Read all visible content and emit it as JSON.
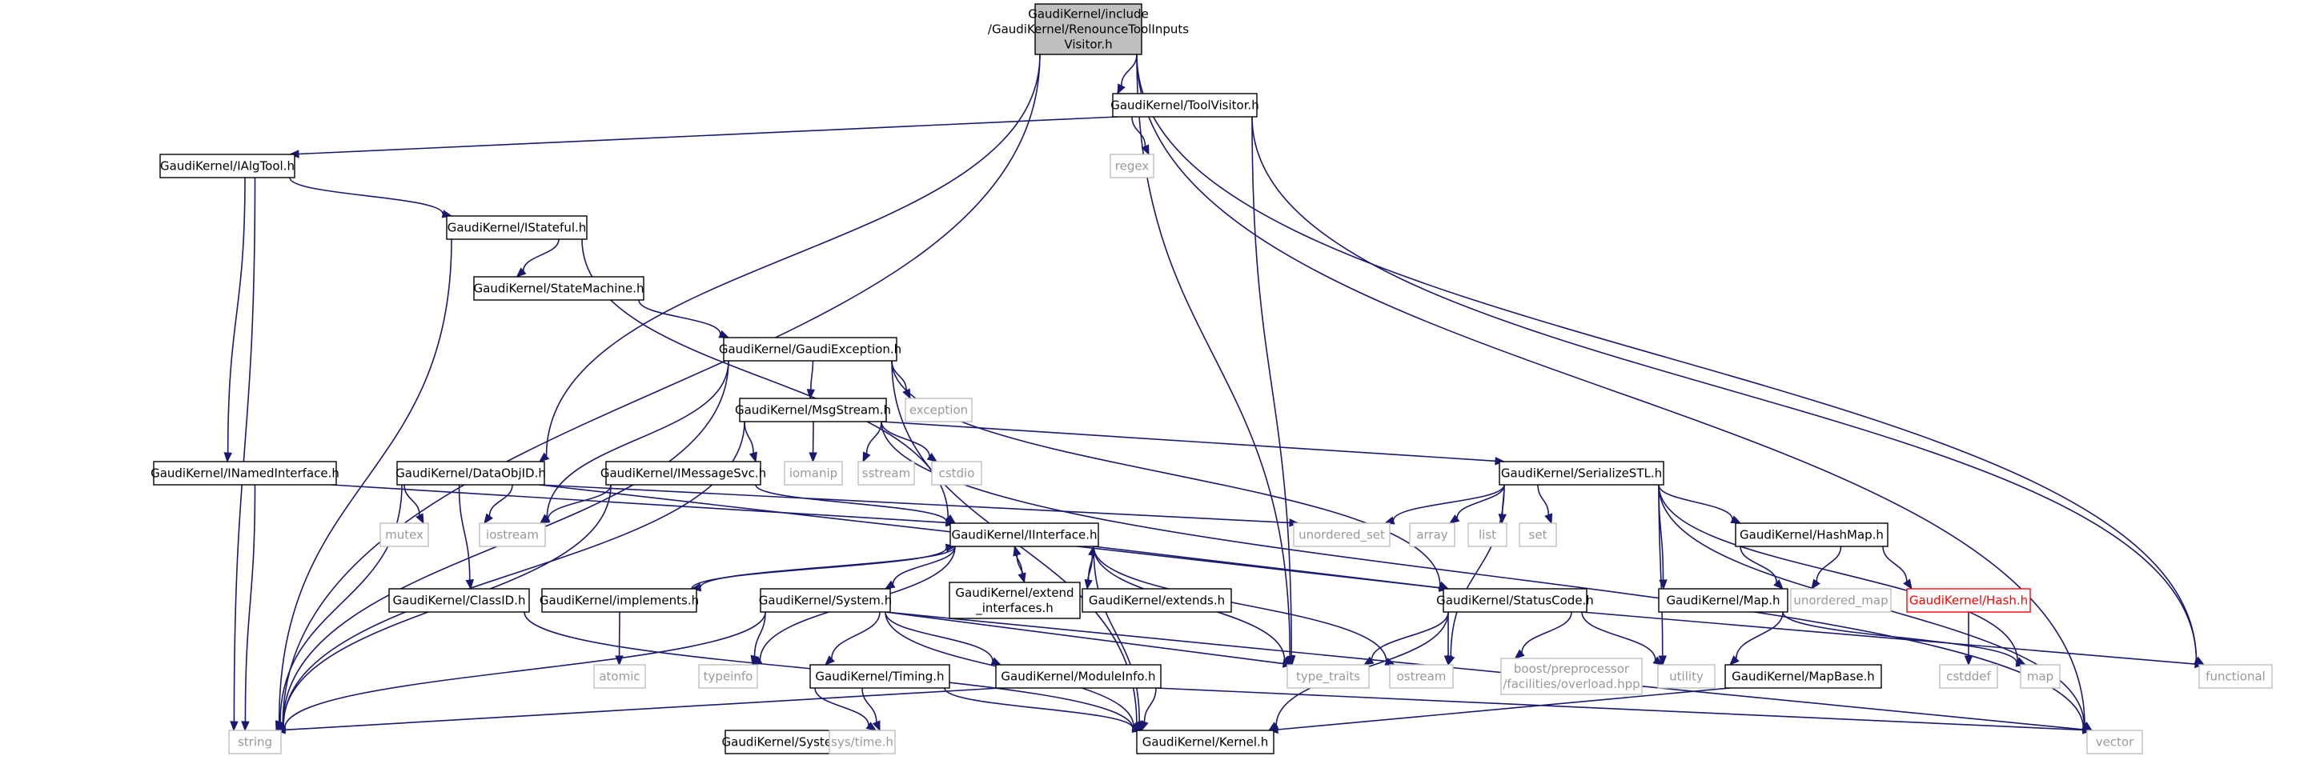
{
  "colors": {
    "edge": "#191970",
    "root_fill": "#bfbfbf",
    "node_border": "#000000",
    "external_border": "#bfbfbf",
    "external_text": "#999999",
    "missing_border": "#ff0000"
  },
  "nodes": [
    {
      "id": "root",
      "kind": "root",
      "lines": [
        "GaudiKernel/include",
        "/GaudiKernel/RenounceToolInputs",
        "Visitor.h"
      ]
    },
    {
      "id": "toolvisitor",
      "kind": "internal",
      "lines": [
        "GaudiKernel/ToolVisitor.h"
      ]
    },
    {
      "id": "ialgtool",
      "kind": "internal",
      "lines": [
        "GaudiKernel/IAlgTool.h"
      ]
    },
    {
      "id": "istateful",
      "kind": "internal",
      "lines": [
        "GaudiKernel/IStateful.h"
      ]
    },
    {
      "id": "statemachine",
      "kind": "internal",
      "lines": [
        "GaudiKernel/StateMachine.h"
      ]
    },
    {
      "id": "gaudiexception",
      "kind": "internal",
      "lines": [
        "GaudiKernel/GaudiException.h"
      ]
    },
    {
      "id": "msgstream",
      "kind": "internal",
      "lines": [
        "GaudiKernel/MsgStream.h"
      ]
    },
    {
      "id": "inamedinterface",
      "kind": "internal",
      "lines": [
        "GaudiKernel/INamedInterface.h"
      ]
    },
    {
      "id": "dataobjid",
      "kind": "internal",
      "lines": [
        "GaudiKernel/DataObjID.h"
      ]
    },
    {
      "id": "imessagesvc",
      "kind": "internal",
      "lines": [
        "GaudiKernel/IMessageSvc.h"
      ]
    },
    {
      "id": "serializestl",
      "kind": "internal",
      "lines": [
        "GaudiKernel/SerializeSTL.h"
      ]
    },
    {
      "id": "iinterface",
      "kind": "internal",
      "lines": [
        "GaudiKernel/IInterface.h"
      ]
    },
    {
      "id": "implements",
      "kind": "internal",
      "lines": [
        "GaudiKernel/implements.h"
      ]
    },
    {
      "id": "system",
      "kind": "internal",
      "lines": [
        "GaudiKernel/System.h"
      ]
    },
    {
      "id": "extend",
      "kind": "internal",
      "lines": [
        "GaudiKernel/extend",
        "_interfaces.h"
      ]
    },
    {
      "id": "extends",
      "kind": "internal",
      "lines": [
        "GaudiKernel/extends.h"
      ]
    },
    {
      "id": "statuscode",
      "kind": "internal",
      "lines": [
        "GaudiKernel/StatusCode.h"
      ]
    },
    {
      "id": "hashmap",
      "kind": "internal",
      "lines": [
        "GaudiKernel/HashMap.h"
      ]
    },
    {
      "id": "map_h",
      "kind": "internal",
      "lines": [
        "GaudiKernel/Map.h"
      ]
    },
    {
      "id": "hash_h",
      "kind": "missing",
      "lines": [
        "GaudiKernel/Hash.h"
      ]
    },
    {
      "id": "classid",
      "kind": "internal",
      "lines": [
        "GaudiKernel/ClassID.h"
      ]
    },
    {
      "id": "timing",
      "kind": "internal",
      "lines": [
        "GaudiKernel/Timing.h"
      ]
    },
    {
      "id": "moduleinfo",
      "kind": "internal",
      "lines": [
        "GaudiKernel/ModuleInfo.h"
      ]
    },
    {
      "id": "mapbase",
      "kind": "internal",
      "lines": [
        "GaudiKernel/MapBase.h"
      ]
    },
    {
      "id": "systembase",
      "kind": "internal",
      "lines": [
        "GaudiKernel/SystemBase.h"
      ]
    },
    {
      "id": "kernel",
      "kind": "internal",
      "lines": [
        "GaudiKernel/Kernel.h"
      ]
    },
    {
      "id": "regex",
      "kind": "external",
      "lines": [
        "regex"
      ]
    },
    {
      "id": "exception",
      "kind": "external",
      "lines": [
        "exception"
      ]
    },
    {
      "id": "iomanip",
      "kind": "external",
      "lines": [
        "iomanip"
      ]
    },
    {
      "id": "sstream",
      "kind": "external",
      "lines": [
        "sstream"
      ]
    },
    {
      "id": "cstdio",
      "kind": "external",
      "lines": [
        "cstdio"
      ]
    },
    {
      "id": "mutex",
      "kind": "external",
      "lines": [
        "mutex"
      ]
    },
    {
      "id": "iostream",
      "kind": "external",
      "lines": [
        "iostream"
      ]
    },
    {
      "id": "unordered_set",
      "kind": "external",
      "lines": [
        "unordered_set"
      ]
    },
    {
      "id": "array",
      "kind": "external",
      "lines": [
        "array"
      ]
    },
    {
      "id": "list",
      "kind": "external",
      "lines": [
        "list"
      ]
    },
    {
      "id": "set",
      "kind": "external",
      "lines": [
        "set"
      ]
    },
    {
      "id": "unordered_map",
      "kind": "external",
      "lines": [
        "unordered_map"
      ]
    },
    {
      "id": "atomic",
      "kind": "external",
      "lines": [
        "atomic"
      ]
    },
    {
      "id": "typeinfo",
      "kind": "external",
      "lines": [
        "typeinfo"
      ]
    },
    {
      "id": "type_traits",
      "kind": "external",
      "lines": [
        "type_traits"
      ]
    },
    {
      "id": "ostream",
      "kind": "external",
      "lines": [
        "ostream"
      ]
    },
    {
      "id": "boost",
      "kind": "external",
      "lines": [
        "boost/preprocessor",
        "/facilities/overload.hpp"
      ]
    },
    {
      "id": "utility",
      "kind": "external",
      "lines": [
        "utility"
      ]
    },
    {
      "id": "cstddef",
      "kind": "external",
      "lines": [
        "cstddef"
      ]
    },
    {
      "id": "map",
      "kind": "external",
      "lines": [
        "map"
      ]
    },
    {
      "id": "functional",
      "kind": "external",
      "lines": [
        "functional"
      ]
    },
    {
      "id": "vector",
      "kind": "external",
      "lines": [
        "vector"
      ]
    },
    {
      "id": "string",
      "kind": "external",
      "lines": [
        "string"
      ]
    },
    {
      "id": "systime",
      "kind": "external",
      "lines": [
        "sys/time.h"
      ]
    }
  ],
  "edges": [
    [
      "root",
      "toolvisitor"
    ],
    [
      "root",
      "string"
    ],
    [
      "root",
      "dataobjid"
    ],
    [
      "root",
      "functional"
    ],
    [
      "root",
      "vector"
    ],
    [
      "root",
      "type_traits"
    ],
    [
      "toolvisitor",
      "ialgtool"
    ],
    [
      "toolvisitor",
      "regex"
    ],
    [
      "toolvisitor",
      "functional"
    ],
    [
      "toolvisitor",
      "type_traits"
    ],
    [
      "ialgtool",
      "istateful"
    ],
    [
      "ialgtool",
      "inamedinterface"
    ],
    [
      "ialgtool",
      "string"
    ],
    [
      "istateful",
      "statemachine"
    ],
    [
      "istateful",
      "iinterface"
    ],
    [
      "istateful",
      "string"
    ],
    [
      "statemachine",
      "gaudiexception"
    ],
    [
      "gaudiexception",
      "msgstream"
    ],
    [
      "gaudiexception",
      "exception"
    ],
    [
      "gaudiexception",
      "statuscode"
    ],
    [
      "gaudiexception",
      "iostream"
    ],
    [
      "gaudiexception",
      "string"
    ],
    [
      "gaudiexception",
      "kernel"
    ],
    [
      "msgstream",
      "imessagesvc"
    ],
    [
      "msgstream",
      "serializestl"
    ],
    [
      "msgstream",
      "iomanip"
    ],
    [
      "msgstream",
      "sstream"
    ],
    [
      "msgstream",
      "cstdio"
    ],
    [
      "msgstream",
      "string"
    ],
    [
      "msgstream",
      "vector"
    ],
    [
      "inamedinterface",
      "iinterface"
    ],
    [
      "inamedinterface",
      "string"
    ],
    [
      "dataobjid",
      "classid"
    ],
    [
      "dataobjid",
      "statuscode"
    ],
    [
      "dataobjid",
      "mutex"
    ],
    [
      "dataobjid",
      "iostream"
    ],
    [
      "dataobjid",
      "string"
    ],
    [
      "dataobjid",
      "unordered_set"
    ],
    [
      "imessagesvc",
      "iinterface"
    ],
    [
      "imessagesvc",
      "iostream"
    ],
    [
      "imessagesvc",
      "string"
    ],
    [
      "serializestl",
      "hashmap"
    ],
    [
      "serializestl",
      "map_h"
    ],
    [
      "serializestl",
      "unordered_set"
    ],
    [
      "serializestl",
      "array"
    ],
    [
      "serializestl",
      "list"
    ],
    [
      "serializestl",
      "set"
    ],
    [
      "serializestl",
      "map"
    ],
    [
      "serializestl",
      "ostream"
    ],
    [
      "serializestl",
      "utility"
    ],
    [
      "serializestl",
      "vector"
    ],
    [
      "iinterface",
      "implements"
    ],
    [
      "iinterface",
      "system"
    ],
    [
      "iinterface",
      "extend"
    ],
    [
      "iinterface",
      "extends"
    ],
    [
      "iinterface",
      "statuscode"
    ],
    [
      "iinterface",
      "kernel"
    ],
    [
      "iinterface",
      "typeinfo"
    ],
    [
      "iinterface",
      "type_traits"
    ],
    [
      "iinterface",
      "ostream"
    ],
    [
      "implements",
      "iinterface"
    ],
    [
      "implements",
      "atomic"
    ],
    [
      "extend",
      "iinterface"
    ],
    [
      "extends",
      "iinterface"
    ],
    [
      "system",
      "timing"
    ],
    [
      "system",
      "moduleinfo"
    ],
    [
      "system",
      "kernel"
    ],
    [
      "system",
      "typeinfo"
    ],
    [
      "system",
      "type_traits"
    ],
    [
      "system",
      "string"
    ],
    [
      "system",
      "vector"
    ],
    [
      "statuscode",
      "boost"
    ],
    [
      "statuscode",
      "kernel"
    ],
    [
      "statuscode",
      "ostream"
    ],
    [
      "statuscode",
      "type_traits"
    ],
    [
      "statuscode",
      "utility"
    ],
    [
      "statuscode",
      "functional"
    ],
    [
      "hashmap",
      "map_h"
    ],
    [
      "hashmap",
      "hash_h"
    ],
    [
      "hashmap",
      "unordered_map"
    ],
    [
      "map_h",
      "mapbase"
    ],
    [
      "map_h",
      "map"
    ],
    [
      "hash_h",
      "cstddef"
    ],
    [
      "mapbase",
      "kernel"
    ],
    [
      "classid",
      "kernel"
    ],
    [
      "timing",
      "systembase"
    ],
    [
      "timing",
      "kernel"
    ],
    [
      "timing",
      "systime"
    ],
    [
      "moduleinfo",
      "kernel"
    ],
    [
      "moduleinfo",
      "string"
    ],
    [
      "moduleinfo",
      "vector"
    ]
  ]
}
